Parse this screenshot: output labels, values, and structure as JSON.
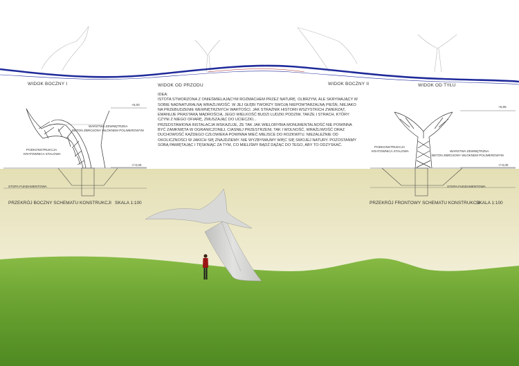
{
  "views": {
    "side_1": "WIDOK BOCZNY I",
    "front": "WIDOK OD PRZODU",
    "side_2": "WIDOK BOCZNY II",
    "back": "WIDOK OD TYŁU"
  },
  "idea": {
    "heading": "IDEA:",
    "paragraph_1": "ISTOTA STWORZONA Z ONIEŚMIELAJĄCYM ROZMACHEM PRZEZ NATURĘ. OLBRZYM, ALE SKRYWAJĄCY W SOBIE NADNATURALNĄ WRAŻLIWOŚĆ. W JEJ GŁĘBI TWORZY SWOJĄ NIEPOWTARZALNĄ PIEŚŃ, NIEJAKO NA PRZEBUDZENIE WEWNĘTRZNYCH WARTOŚCI. JAK STRAŻNIK HISTORII WSZYSTKICH ZWIERZĄT, EMANUJE PRASTARĄ MĄDROŚCIĄ. JEGO WIELKOŚĆ BUDZI LUDZKI PODZIW, TAKŻE I STRACH, KTÓRY CZYNI Z NIEGO OFIARĘ, ZMUSZAJĄC DO UCIECZKI...",
    "paragraph_2": "PRZEDSTAWIONA INSTALACJA WSKAZUJE, ŻE TAK JAK WIELORYBIA MONUMENTALNOŚĆ NIE POWINNA BYĆ ZAMKNIĘTA W OGRANICZONEJ, CIASNEJ PRZESTRZENI, TAK I WOLNOŚĆ, WRAŻLIWOŚĆ ORAZ DUCHOWOŚĆ KAŻDEGO CZŁOWIEKA POWINNA MIEĆ MIEJSCE DO ROZKWITU. NIEZALEŻNIE OD OKOLICZNOŚCI W JAKICH SIĘ ZNAJDZIEMY. NIE WYZBYWAJMY WIĘC SIĘ SWOJEJ NATURY. POZOSTAŃMY SOBĄ PAMIĘTAJĄC I TĘSKNIĄC ZA TYM, CO MIELIŚMY BĄDŹ DĄŻĄC DO TEGO, ABY TO ODZYSKAĆ."
  },
  "left_section": {
    "level_top": "+5,00",
    "level_ground": "+/-0,00",
    "outer_layer": "WARSTWA ZEWNĘTRZNA",
    "outer_layer_2": "BETON ZBROJONY WŁÓKNEM POLIMEROWYM",
    "substructure": "PODKONSTRUKCJA",
    "substructure_2": "KRATOWNICA STALOWA",
    "foundation": "STOPA FUNDAMENTOWA",
    "title": "PRZEKRÓJ BOCZNY SCHEMATU KONSTRUKCJI",
    "scale": "SKALA 1:100"
  },
  "right_section": {
    "level_top": "+5,65",
    "level_ground": "+/-0,00",
    "outer_layer": "WARSTWA ZEWNĘTRZNA",
    "outer_layer_2": "BETON ZBROJONY WŁÓKNEM POLIMEROWYM",
    "substructure": "PODKONSTRUKCJA",
    "substructure_2": "KRATOWNICA STALOWA",
    "foundation": "STOPA FUNDAMENTOWA",
    "title": "PRZEKRÓJ FRONTOWY SCHEMATU KONSTRUKCJI",
    "scale": "SKALA 1:100"
  },
  "colors": {
    "wave": "#1f2a9a",
    "wave_accent": "#a01a1a",
    "sky": "#e9e4bc",
    "grass_light": "#8ec04a",
    "grass_dark": "#4e8a22",
    "whale": "#d4d4d2",
    "person": "#9a1414"
  }
}
